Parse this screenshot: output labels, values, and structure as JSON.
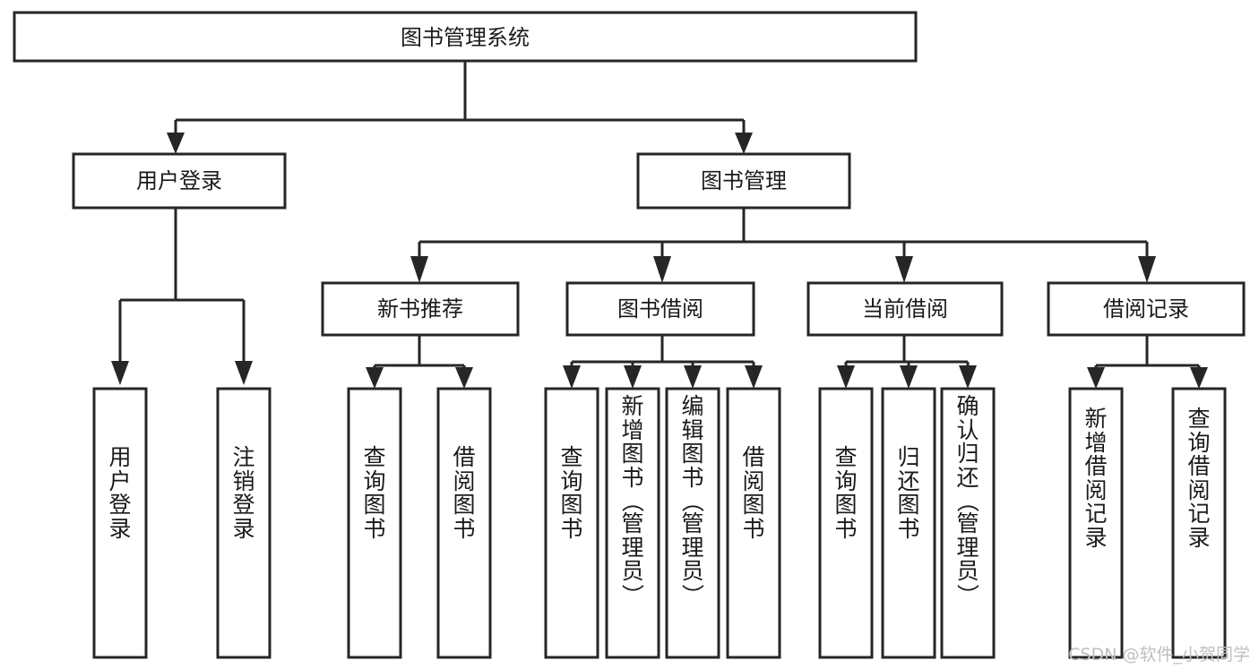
{
  "diagram": {
    "type": "tree-hierarchy",
    "title": "图书管理系统",
    "orientation": "top-down",
    "colors": {
      "stroke": "#262626",
      "fill": "#ffffff",
      "text": "#1a1a1a",
      "watermark": "#bfbfbf",
      "background": "#ffffff"
    },
    "root": {
      "id": "root",
      "label": "图书管理系统",
      "orientation": "horizontal"
    },
    "level1": [
      {
        "id": "user-login",
        "label": "用户登录",
        "orientation": "horizontal"
      },
      {
        "id": "book-management",
        "label": "图书管理",
        "orientation": "horizontal"
      }
    ],
    "level2": [
      {
        "id": "new-book-recommend",
        "label": "新书推荐",
        "parent": "book-management",
        "orientation": "horizontal"
      },
      {
        "id": "book-borrow",
        "label": "图书借阅",
        "parent": "book-management",
        "orientation": "horizontal"
      },
      {
        "id": "current-borrow",
        "label": "当前借阅",
        "parent": "book-management",
        "orientation": "horizontal"
      },
      {
        "id": "borrow-record",
        "label": "借阅记录",
        "parent": "book-management",
        "orientation": "horizontal"
      }
    ],
    "leaves": [
      {
        "id": "leaf-user-login",
        "parent": "user-login",
        "label": "用户登录",
        "chars": [
          "用",
          "户",
          "登",
          "录"
        ],
        "orientation": "vertical"
      },
      {
        "id": "leaf-user-logout",
        "parent": "user-login",
        "label": "注销登录",
        "chars": [
          "注",
          "销",
          "登",
          "录"
        ],
        "orientation": "vertical"
      },
      {
        "id": "leaf-recommend-query-book",
        "parent": "new-book-recommend",
        "label": "查询图书",
        "chars": [
          "查",
          "询",
          "图",
          "书"
        ],
        "orientation": "vertical"
      },
      {
        "id": "leaf-recommend-borrow-book",
        "parent": "new-book-recommend",
        "label": "借阅图书",
        "chars": [
          "借",
          "阅",
          "图",
          "书"
        ],
        "orientation": "vertical"
      },
      {
        "id": "leaf-borrow-query-book",
        "parent": "book-borrow",
        "label": "查询图书",
        "chars": [
          "查",
          "询",
          "图",
          "书"
        ],
        "orientation": "vertical"
      },
      {
        "id": "leaf-borrow-add-book",
        "parent": "book-borrow",
        "label": "新增图书（管理员）",
        "chars": [
          "新",
          "增",
          "图",
          "书",
          "（",
          "管",
          "理",
          "员",
          "）"
        ],
        "orientation": "vertical"
      },
      {
        "id": "leaf-borrow-edit-book",
        "parent": "book-borrow",
        "label": "编辑图书（管理员）",
        "chars": [
          "编",
          "辑",
          "图",
          "书",
          "（",
          "管",
          "理",
          "员",
          "）"
        ],
        "orientation": "vertical"
      },
      {
        "id": "leaf-borrow-borrow-book",
        "parent": "book-borrow",
        "label": "借阅图书",
        "chars": [
          "借",
          "阅",
          "图",
          "书"
        ],
        "orientation": "vertical"
      },
      {
        "id": "leaf-current-query-book",
        "parent": "current-borrow",
        "label": "查询图书",
        "chars": [
          "查",
          "询",
          "图",
          "书"
        ],
        "orientation": "vertical"
      },
      {
        "id": "leaf-current-return-book",
        "parent": "current-borrow",
        "label": "归还图书",
        "chars": [
          "归",
          "还",
          "图",
          "书"
        ],
        "orientation": "vertical"
      },
      {
        "id": "leaf-current-confirm-return",
        "parent": "current-borrow",
        "label": "确认归还（管理员）",
        "chars": [
          "确",
          "认",
          "归",
          "还",
          "（",
          "管",
          "理",
          "员",
          "）"
        ],
        "orientation": "vertical"
      },
      {
        "id": "leaf-record-add",
        "parent": "borrow-record",
        "label": "新增借阅记录",
        "chars": [
          "新",
          "增",
          "借",
          "阅",
          "记",
          "录"
        ],
        "orientation": "vertical"
      },
      {
        "id": "leaf-record-query",
        "parent": "borrow-record",
        "label": "查询借阅记录",
        "chars": [
          "查",
          "询",
          "借",
          "阅",
          "记",
          "录"
        ],
        "orientation": "vertical"
      }
    ]
  },
  "watermark": {
    "text": "CSDN @软件_小贺同学"
  }
}
